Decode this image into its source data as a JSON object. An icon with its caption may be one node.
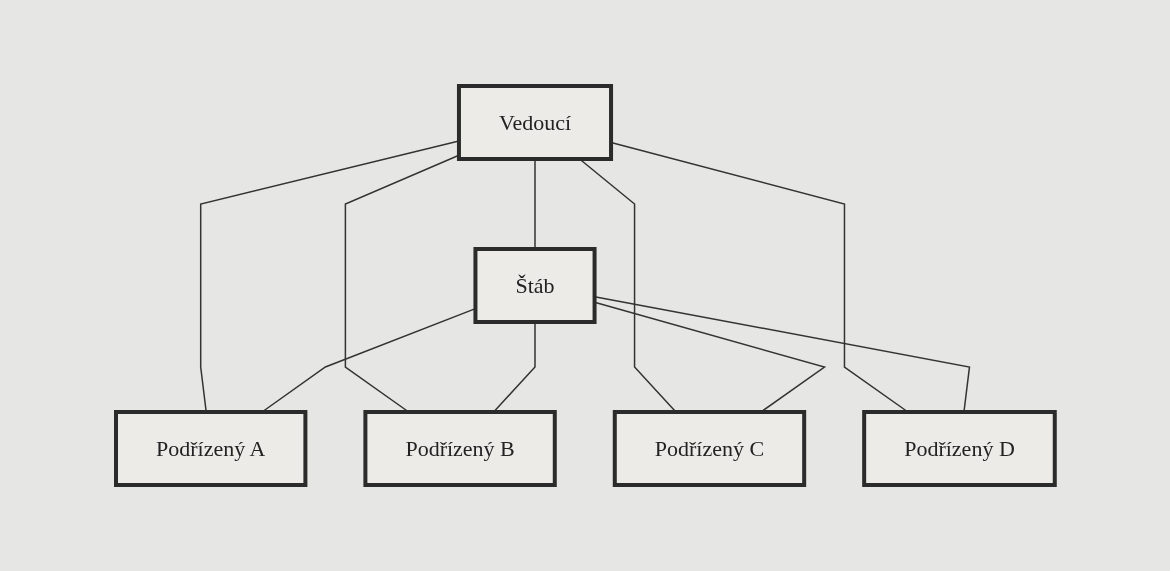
{
  "diagram": {
    "nodes": [
      {
        "text": [
          "Vedoucí"
        ]
      },
      {
        "text": [
          "Štáb"
        ]
      },
      {
        "text": [
          "Podřízený A"
        ]
      },
      {
        "text": [
          "Podřízený B"
        ]
      },
      {
        "text": [
          "Podřízený C"
        ]
      },
      {
        "text": [
          "Podřízený D"
        ]
      }
    ],
    "edges": [
      {
        "from": 0,
        "to": 1,
        "arrow": "none"
      },
      {
        "from": 0,
        "to": 2,
        "arrow": "none"
      },
      {
        "from": 0,
        "to": 3,
        "arrow": "none"
      },
      {
        "from": 0,
        "to": 4,
        "arrow": "none"
      },
      {
        "from": 0,
        "to": 5,
        "arrow": "none"
      },
      {
        "from": 1,
        "to": 2,
        "arrow": "none"
      },
      {
        "from": 1,
        "to": 3,
        "arrow": "none"
      },
      {
        "from": 1,
        "to": 4,
        "arrow": "none"
      },
      {
        "from": 1,
        "to": 5,
        "arrow": "none"
      }
    ]
  }
}
